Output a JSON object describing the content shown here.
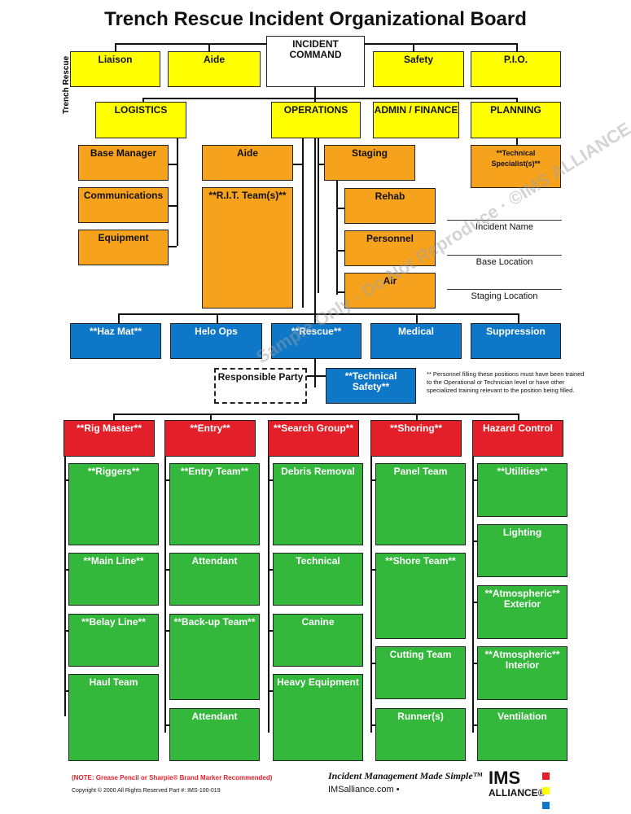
{
  "title": "Trench Rescue Incident Organizational Board",
  "side_label": "Trench Rescue",
  "command": "INCIDENT COMMAND",
  "staff": [
    "Liaison",
    "Aide",
    "Safety",
    "P.I.O."
  ],
  "sections": [
    "LOGISTICS",
    "OPERATIONS",
    "ADMIN / FINANCE",
    "PLANNING"
  ],
  "logistics_units": [
    "Base Manager",
    "Communications",
    "Equipment"
  ],
  "ops_aide": "Aide",
  "rit": "**R.I.T. Team(s)**",
  "staging": "Staging",
  "staging_units": [
    "Rehab",
    "Personnel",
    "Air"
  ],
  "tech_specialist": "**Technical Specialist(s)**",
  "info_fields": [
    "Incident Name",
    "Base Location",
    "Staging Location"
  ],
  "branches": [
    "**Haz Mat**",
    "Helo Ops",
    "**Rescue**",
    "Medical",
    "Suppression"
  ],
  "responsible_party": "Responsible Party",
  "technical_safety": "**Technical Safety**",
  "note": "** Personnel filling these positions must have been trained to the Operational or Technician level or have other specialized training relevant to the position being filled.",
  "watermark": "Sample Only · Do Not Reproduce · ©IMS ALLIANCE",
  "groups": [
    {
      "head": "**Rig Master**",
      "units": [
        "**Riggers**",
        "**Main Line**",
        "**Belay Line**",
        "Haul Team"
      ]
    },
    {
      "head": "**Entry**",
      "units": [
        "**Entry Team**",
        "Attendant",
        "**Back-up Team**",
        "Attendant"
      ]
    },
    {
      "head": "**Search Group**",
      "units": [
        "Debris Removal",
        "Technical",
        "Canine",
        "Heavy Equipment"
      ]
    },
    {
      "head": "**Shoring**",
      "units": [
        "Panel Team",
        "**Shore Team**",
        "Cutting Team",
        "Runner(s)"
      ]
    },
    {
      "head": "Hazard Control",
      "units": [
        "**Utilities**",
        "Lighting",
        "**Atmospheric** Exterior",
        "**Atmospheric** Interior",
        "Ventilation"
      ]
    }
  ],
  "footer": {
    "note": "(NOTE: Grease Pencil or Sharpie® Brand Marker Recommended)",
    "copyright": "Copyright © 2000   All Rights Reserved   Part #: IMS-100-019",
    "tagline": "Incident Management Made Simple™",
    "site": "IMSalliance.com •",
    "logo_top": "IMS",
    "logo_bottom": "ALLIANCE®"
  },
  "colors": {
    "yellow": "#ffff00",
    "orange": "#f7a21d",
    "blue": "#0f77c8",
    "red": "#e3202a",
    "green": "#33b83b"
  }
}
